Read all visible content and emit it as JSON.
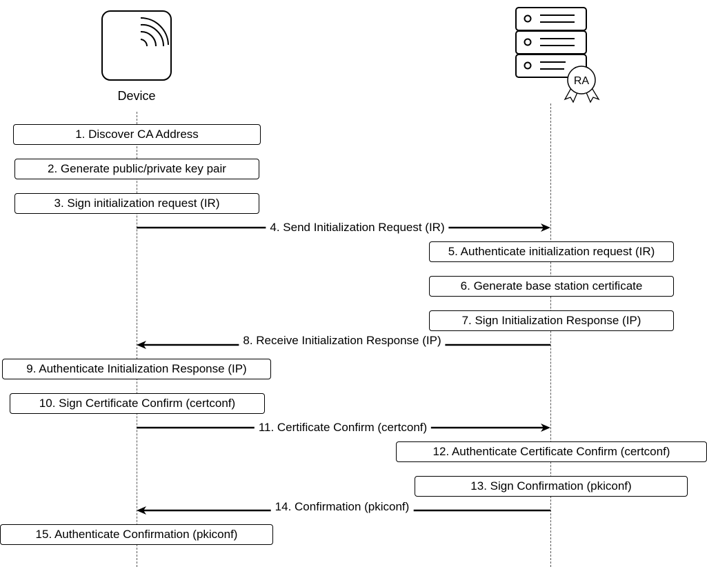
{
  "device": {
    "label": "Device",
    "icon": "wireless-device-icon"
  },
  "server": {
    "badge": "RA",
    "icon": "server-stack-icon"
  },
  "steps": [
    "1. Discover CA Address",
    "2. Generate public/private key pair",
    "3. Sign initialization request (IR)",
    "5. Authenticate initialization request (IR)",
    "6. Generate base station certificate",
    "7. Sign Initialization Response (IP)",
    "9. Authenticate Initialization Response (IP)",
    "10. Sign Certificate Confirm (certconf)",
    "12. Authenticate Certificate Confirm (certconf)",
    "13. Sign Confirmation (pkiconf)",
    "15. Authenticate Confirmation (pkiconf)"
  ],
  "messages": [
    {
      "label": "4. Send Initialization Request (IR)",
      "direction": "device-to-ra"
    },
    {
      "label": "8. Receive Initialization Response (IP)",
      "direction": "ra-to-device"
    },
    {
      "label": "11. Certificate Confirm (certconf)",
      "direction": "device-to-ra"
    },
    {
      "label": "14. Confirmation (pkiconf)",
      "direction": "ra-to-device"
    }
  ]
}
